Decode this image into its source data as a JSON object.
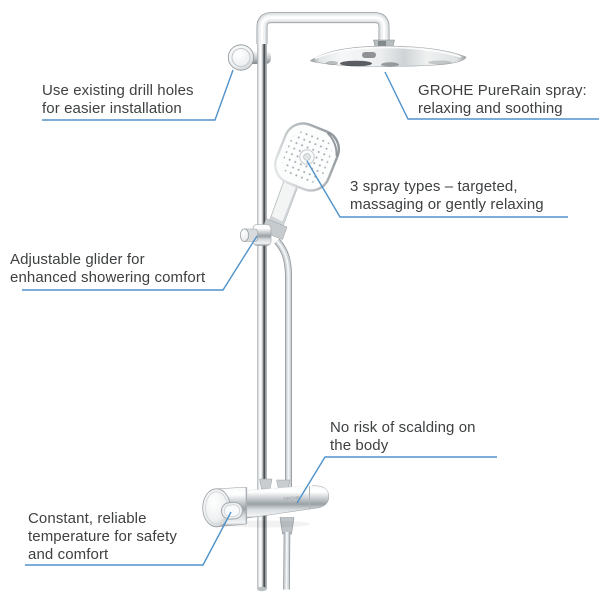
{
  "figure": {
    "kind": "annotated-product-diagram",
    "accent_color": "#4f93cb",
    "text_color": "#3e4042",
    "background_color": "#ffffff",
    "components": [
      "wall-mount",
      "overhead-pipe",
      "rain-shower-head",
      "hand-shower",
      "shower-rail",
      "rail-glider",
      "shower-hose",
      "thermostatic-valve",
      "safestop-button"
    ]
  },
  "product_labels": {
    "valve_logo": "GROHE"
  },
  "callouts": [
    {
      "id": "drill-holes",
      "lines": [
        "Use existing drill holes",
        "for easier installation"
      ]
    },
    {
      "id": "purerain",
      "lines": [
        "GROHE PureRain spray:",
        "relaxing and soothing"
      ]
    },
    {
      "id": "spray-types",
      "lines": [
        "3 spray types – targeted,",
        "massaging or gently relaxing"
      ]
    },
    {
      "id": "glider",
      "lines": [
        "Adjustable glider for",
        "enhanced showering comfort"
      ]
    },
    {
      "id": "scalding",
      "lines": [
        "No risk of scalding on",
        "the body"
      ]
    },
    {
      "id": "temperature",
      "lines": [
        "Constant, reliable",
        "temperature for safety",
        "and comfort"
      ]
    }
  ]
}
